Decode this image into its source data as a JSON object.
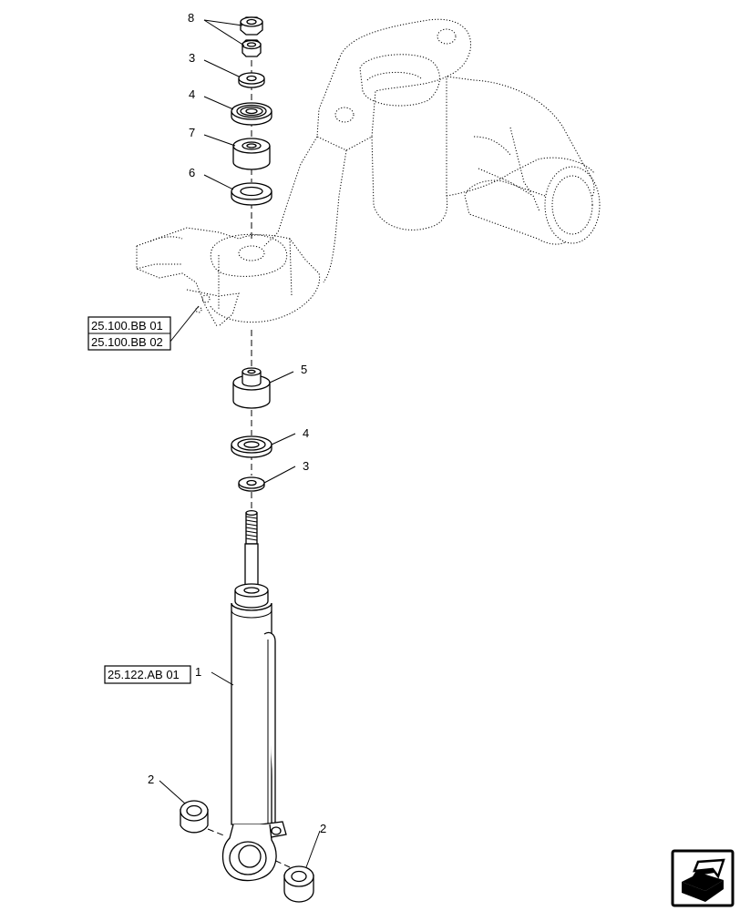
{
  "callouts": {
    "c8": "8",
    "c3_top": "3",
    "c4_top": "4",
    "c7": "7",
    "c6": "6",
    "c5": "5",
    "c4_bottom": "4",
    "c3_bottom": "3",
    "c1": "1",
    "c2_left": "2",
    "c2_right": "2"
  },
  "references": {
    "ref_bb01": "25.100.BB 01",
    "ref_bb02": "25.100.BB 02",
    "ref_ab01": "25.122.AB 01"
  },
  "icons": {
    "nav_icon": "next-page-arrow-icon"
  }
}
